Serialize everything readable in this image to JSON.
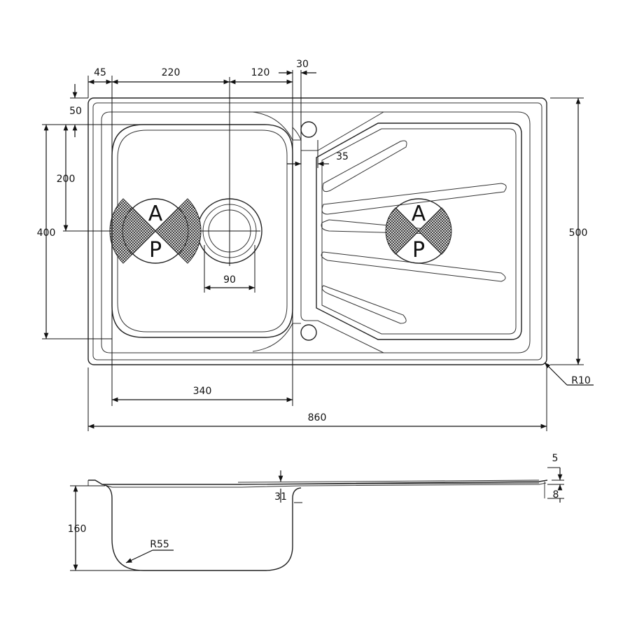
{
  "dimensions": {
    "d45": "45",
    "d220": "220",
    "d120": "120",
    "d30": "30",
    "d50": "50",
    "d200": "200",
    "d400": "400",
    "d35": "35",
    "d90": "90",
    "d500": "500",
    "r10": "R10",
    "d340": "340",
    "d860": "860",
    "d5": "5",
    "d8": "8",
    "d31": "31",
    "d160": "160",
    "r55": "R55"
  },
  "markers": {
    "letter_top": "A",
    "letter_bottom": "P"
  }
}
